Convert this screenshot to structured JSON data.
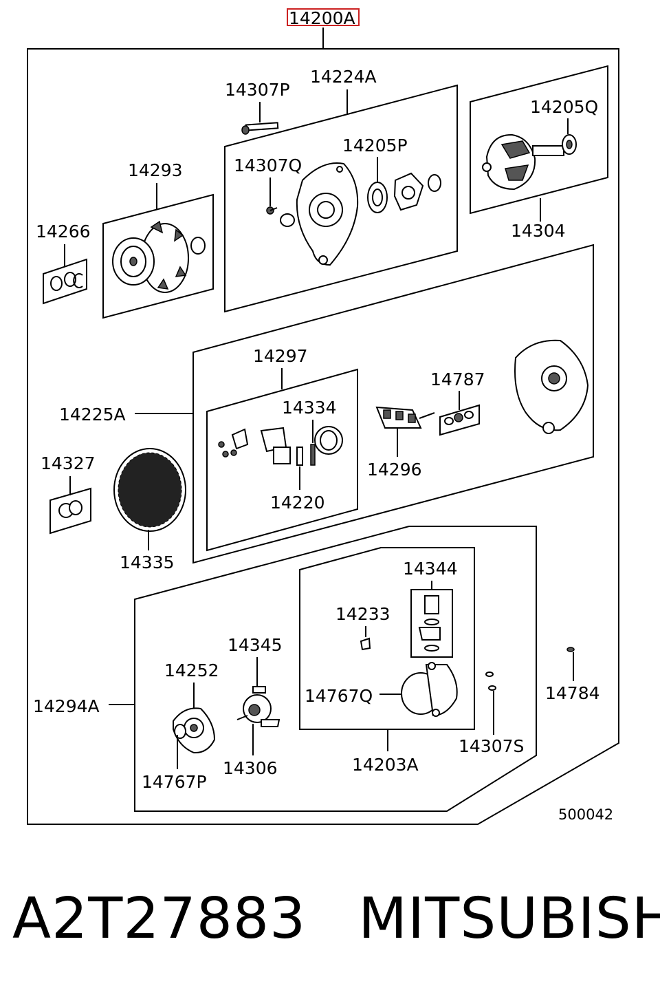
{
  "diagram": {
    "main_part": "14200A",
    "labels": {
      "p14307P": "14307P",
      "p14224A": "14224A",
      "p14205Q": "14205Q",
      "p14205P": "14205P",
      "p14307Q": "14307Q",
      "p14293": "14293",
      "p14266": "14266",
      "p14304": "14304",
      "p14297": "14297",
      "p14787": "14787",
      "p14225A": "14225A",
      "p14334": "14334",
      "p14327": "14327",
      "p14296": "14296",
      "p14220": "14220",
      "p14335": "14335",
      "p14344": "14344",
      "p14233": "14233",
      "p14345": "14345",
      "p14252": "14252",
      "p14784": "14784",
      "p14767Q": "14767Q",
      "p14294A": "14294A",
      "p14307S": "14307S",
      "p14306": "14306",
      "p14203A": "14203A",
      "p14767P": "14767P"
    },
    "diagram_code": "500042"
  },
  "footer": {
    "part_number": "A2T27883",
    "brand": "MITSUBISHI"
  },
  "colors": {
    "line": "#000000",
    "highlight_box": "#cc2222",
    "background": "#ffffff"
  }
}
